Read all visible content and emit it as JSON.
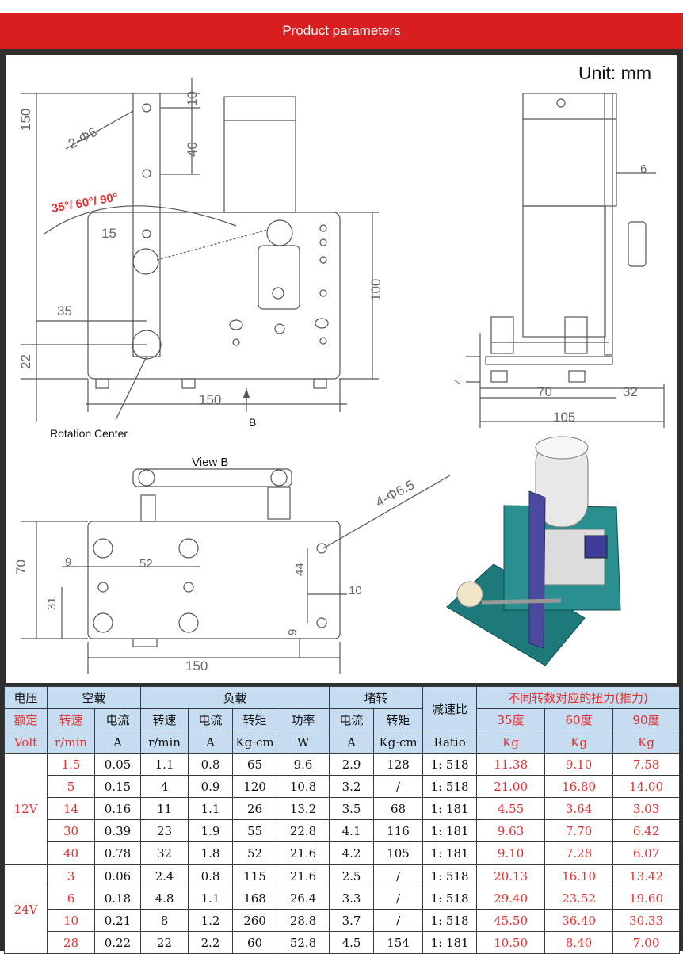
{
  "banner": {
    "title": "Product parameters"
  },
  "drawing": {
    "unit": "Unit: mm",
    "dims": {
      "h150": "150",
      "hole": "2-Φ6",
      "d10": "10",
      "d40": "40",
      "angles": "35°/ 60°/ 90°",
      "d15": "15",
      "d100": "100",
      "d35": "35",
      "d22": "22",
      "w150": "150",
      "b": "B",
      "rotation": "Rotation Center",
      "d6": "6",
      "d4": "4",
      "d70": "70",
      "d32": "32",
      "d105": "105",
      "viewb": "View B",
      "holes4": "4-Φ6.5",
      "b70": "70",
      "b9": "9",
      "b52": "52",
      "b44": "44",
      "b31": "31",
      "b10": "10",
      "b9b": "9",
      "b150": "150"
    }
  },
  "table": {
    "h1": {
      "voltage": "电压",
      "noload": "空载",
      "load": "负载",
      "stall": "堵转",
      "ratio": "减速比",
      "torque": "不同转数对应的扭力(推力)"
    },
    "h2": {
      "rated": "额定",
      "speed": "转速",
      "current": "电流",
      "lspeed": "转速",
      "lcurrent": "电流",
      "ltorque": "转矩",
      "power": "功率",
      "scurrent": "电流",
      "storque": "转矩",
      "d35": "35度",
      "d60": "60度",
      "d90": "90度"
    },
    "h3": {
      "volt": "Volt",
      "rmin": "r/min",
      "a": "A",
      "rmin2": "r/min",
      "a2": "A",
      "kgcm": "Kg·cm",
      "w": "W",
      "a3": "A",
      "kgcm2": "Kg·cm",
      "ratio": "Ratio",
      "kg1": "Kg",
      "kg2": "Kg",
      "kg3": "Kg"
    },
    "groups": [
      {
        "volt": "12V",
        "rows": [
          [
            "1.5",
            "0.05",
            "1.1",
            "0.8",
            "65",
            "9.6",
            "2.9",
            "128",
            "1: 518",
            "11.38",
            "9.10",
            "7.58"
          ],
          [
            "5",
            "0.15",
            "4",
            "0.9",
            "120",
            "10.8",
            "3.2",
            "/",
            "1: 518",
            "21.00",
            "16.80",
            "14.00"
          ],
          [
            "14",
            "0.16",
            "11",
            "1.1",
            "26",
            "13.2",
            "3.5",
            "68",
            "1: 181",
            "4.55",
            "3.64",
            "3.03"
          ],
          [
            "30",
            "0.39",
            "23",
            "1.9",
            "55",
            "22.8",
            "4.1",
            "116",
            "1: 181",
            "9.63",
            "7.70",
            "6.42"
          ],
          [
            "40",
            "0.78",
            "32",
            "1.8",
            "52",
            "21.6",
            "4.2",
            "105",
            "1: 181",
            "9.10",
            "7.28",
            "6.07"
          ]
        ]
      },
      {
        "volt": "24V",
        "rows": [
          [
            "3",
            "0.06",
            "2.4",
            "0.8",
            "115",
            "21.6",
            "2.5",
            "/",
            "1: 518",
            "20.13",
            "16.10",
            "13.42"
          ],
          [
            "6",
            "0.18",
            "4.8",
            "1.1",
            "168",
            "26.4",
            "3.3",
            "/",
            "1: 518",
            "29.40",
            "23.52",
            "19.60"
          ],
          [
            "10",
            "0.21",
            "8",
            "1.2",
            "260",
            "28.8",
            "3.7",
            "/",
            "1: 518",
            "45.50",
            "36.40",
            "30.33"
          ],
          [
            "28",
            "0.22",
            "22",
            "2.2",
            "60",
            "52.8",
            "4.5",
            "154",
            "1: 181",
            "10.50",
            "8.40",
            "7.00"
          ]
        ]
      }
    ],
    "colors": {
      "header_blue": "#c6dcf0",
      "red": "#e53030",
      "banner": "#d81e1e"
    }
  }
}
